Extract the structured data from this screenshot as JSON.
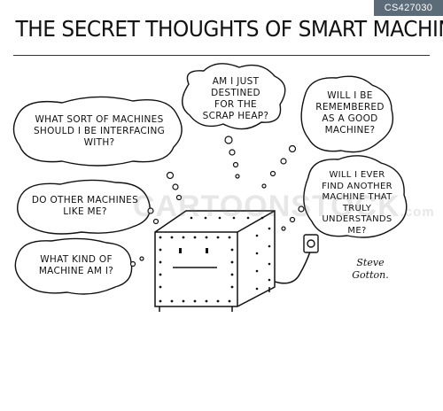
{
  "badge": {
    "id": "CS427030"
  },
  "cartoon": {
    "title": "THE SECRET THOUGHTS OF SMART MACHINES",
    "bubbles": [
      {
        "text": "AM I JUST\nDESTINED\nFOR THE\nSCRAP HEAP?"
      },
      {
        "text": "WHAT SORT OF MACHINES\nSHOULD I BE INTERFACING\nWITH?"
      },
      {
        "text": "WILL I BE\nREMEMBERED\nAS A GOOD\nMACHINE?"
      },
      {
        "text": "WILL I EVER\nFIND ANOTHER\nMACHINE THAT\nTRULY UNDERSTANDS\nME?"
      },
      {
        "text": "DO OTHER MACHINES\nLIKE ME?"
      },
      {
        "text": "WHAT KIND OF\nMACHINE AM I?"
      }
    ],
    "signature": "Steve\nGotton.",
    "watermark": "CARTOONSTOCK",
    "watermark_suffix": ".com"
  }
}
